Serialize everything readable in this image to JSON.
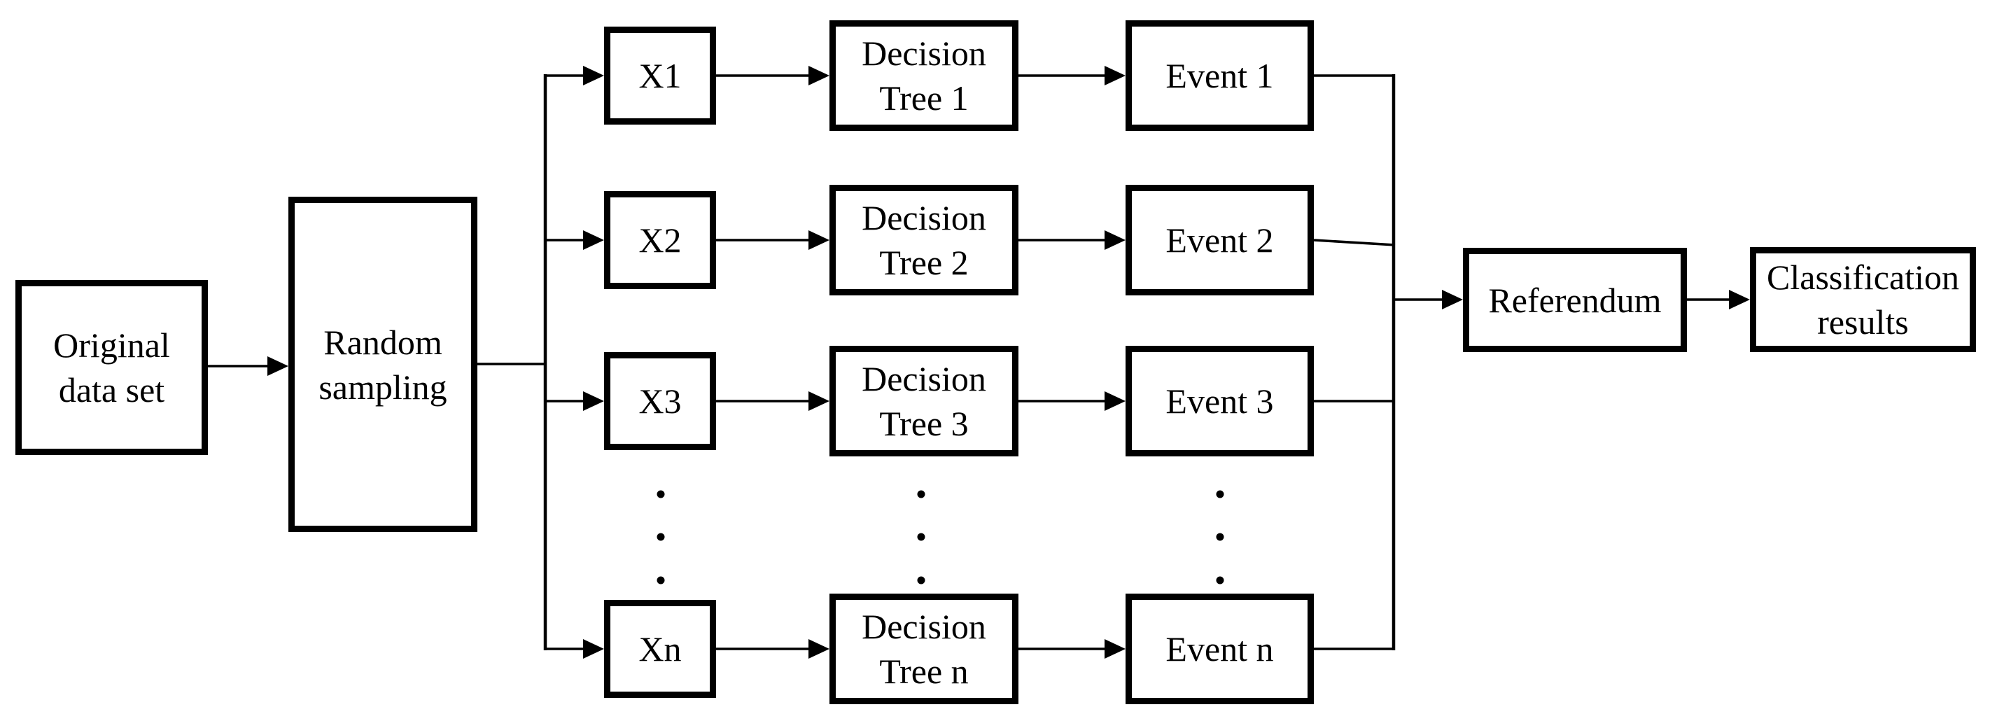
{
  "colors": {
    "ink": "#000000",
    "background": "#ffffff"
  },
  "nodes": {
    "original": {
      "lines": [
        "Original",
        "data set"
      ]
    },
    "random": {
      "lines": [
        "Random",
        "sampling"
      ]
    },
    "referendum": {
      "label": "Referendum"
    },
    "classification": {
      "lines": [
        "Classification",
        "results"
      ]
    }
  },
  "rows": [
    {
      "sample": "X1",
      "tree": [
        "Decision",
        "Tree 1"
      ],
      "event": "Event 1"
    },
    {
      "sample": "X2",
      "tree": [
        "Decision",
        "Tree 2"
      ],
      "event": "Event 2"
    },
    {
      "sample": "X3",
      "tree": [
        "Decision",
        "Tree 3"
      ],
      "event": "Event 3"
    },
    {
      "sample": "Xn",
      "tree": [
        "Decision",
        "Tree n"
      ],
      "event": "Event n"
    }
  ],
  "ellipsis": {
    "meaning": "rows continue",
    "dots_per_column": 3,
    "columns": 3
  }
}
